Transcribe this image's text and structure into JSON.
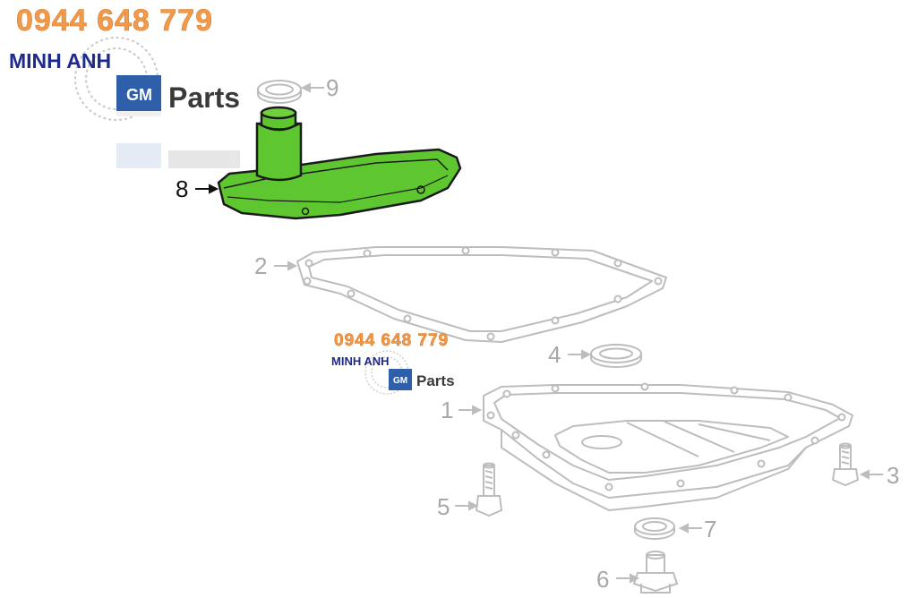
{
  "watermark": {
    "phone": "0944 648 779",
    "brand": "MINH ANH",
    "gm_badge": "GM",
    "parts": "Parts"
  },
  "callouts": {
    "pan": "1",
    "gasket": "2",
    "bolt_3": "3",
    "seal_4": "4",
    "bolt_5": "5",
    "plug_6": "6",
    "washer_7": "7",
    "filter_8": "8",
    "seal_9": "9"
  },
  "colors": {
    "highlight_part": "#5ec72f",
    "line_art": "#bdbdbd",
    "phone_text": "#f39a4a",
    "brand_text": "#1e2a8c",
    "gm_badge": "#2f5fa8"
  }
}
